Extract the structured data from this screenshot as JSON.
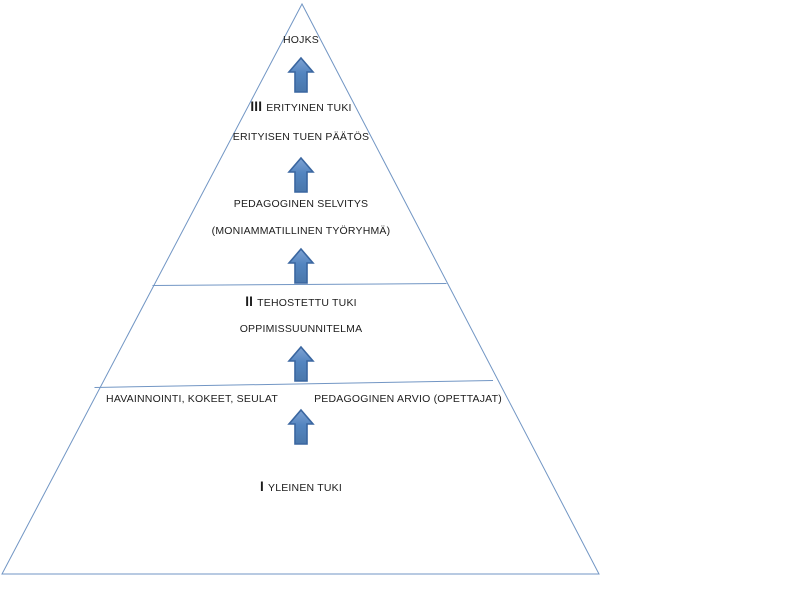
{
  "colors": {
    "background": "#ffffff",
    "pyramid-outline": "#7296c4",
    "arrow-fill": "#4f81bd",
    "arrow-fill-light": "#7fa3d3",
    "arrow-stroke": "#3a66a0",
    "text": "#1c1c1c"
  },
  "pyramid": {
    "apex_label": "HOJKS",
    "tiers": [
      {
        "numeral": "III",
        "title": "ERITYINEN TUKI",
        "lines": [
          "ERITYISEN TUEN PÄÄTÖS",
          "PEDAGOGINEN SELVITYS",
          "(MONIAMMATILLINEN TYÖRYHMÄ)"
        ]
      },
      {
        "numeral": "II",
        "title": "TEHOSTETTU TUKI",
        "lines": [
          "OPPIMISSUUNNITELMA"
        ]
      },
      {
        "numeral": "I",
        "title": "YLEINEN TUKI",
        "lines": [
          "HAVAINNOINTI, KOKEET, SEULAT",
          "PEDAGOGINEN ARVIO (OPETTAJAT)"
        ]
      }
    ]
  }
}
